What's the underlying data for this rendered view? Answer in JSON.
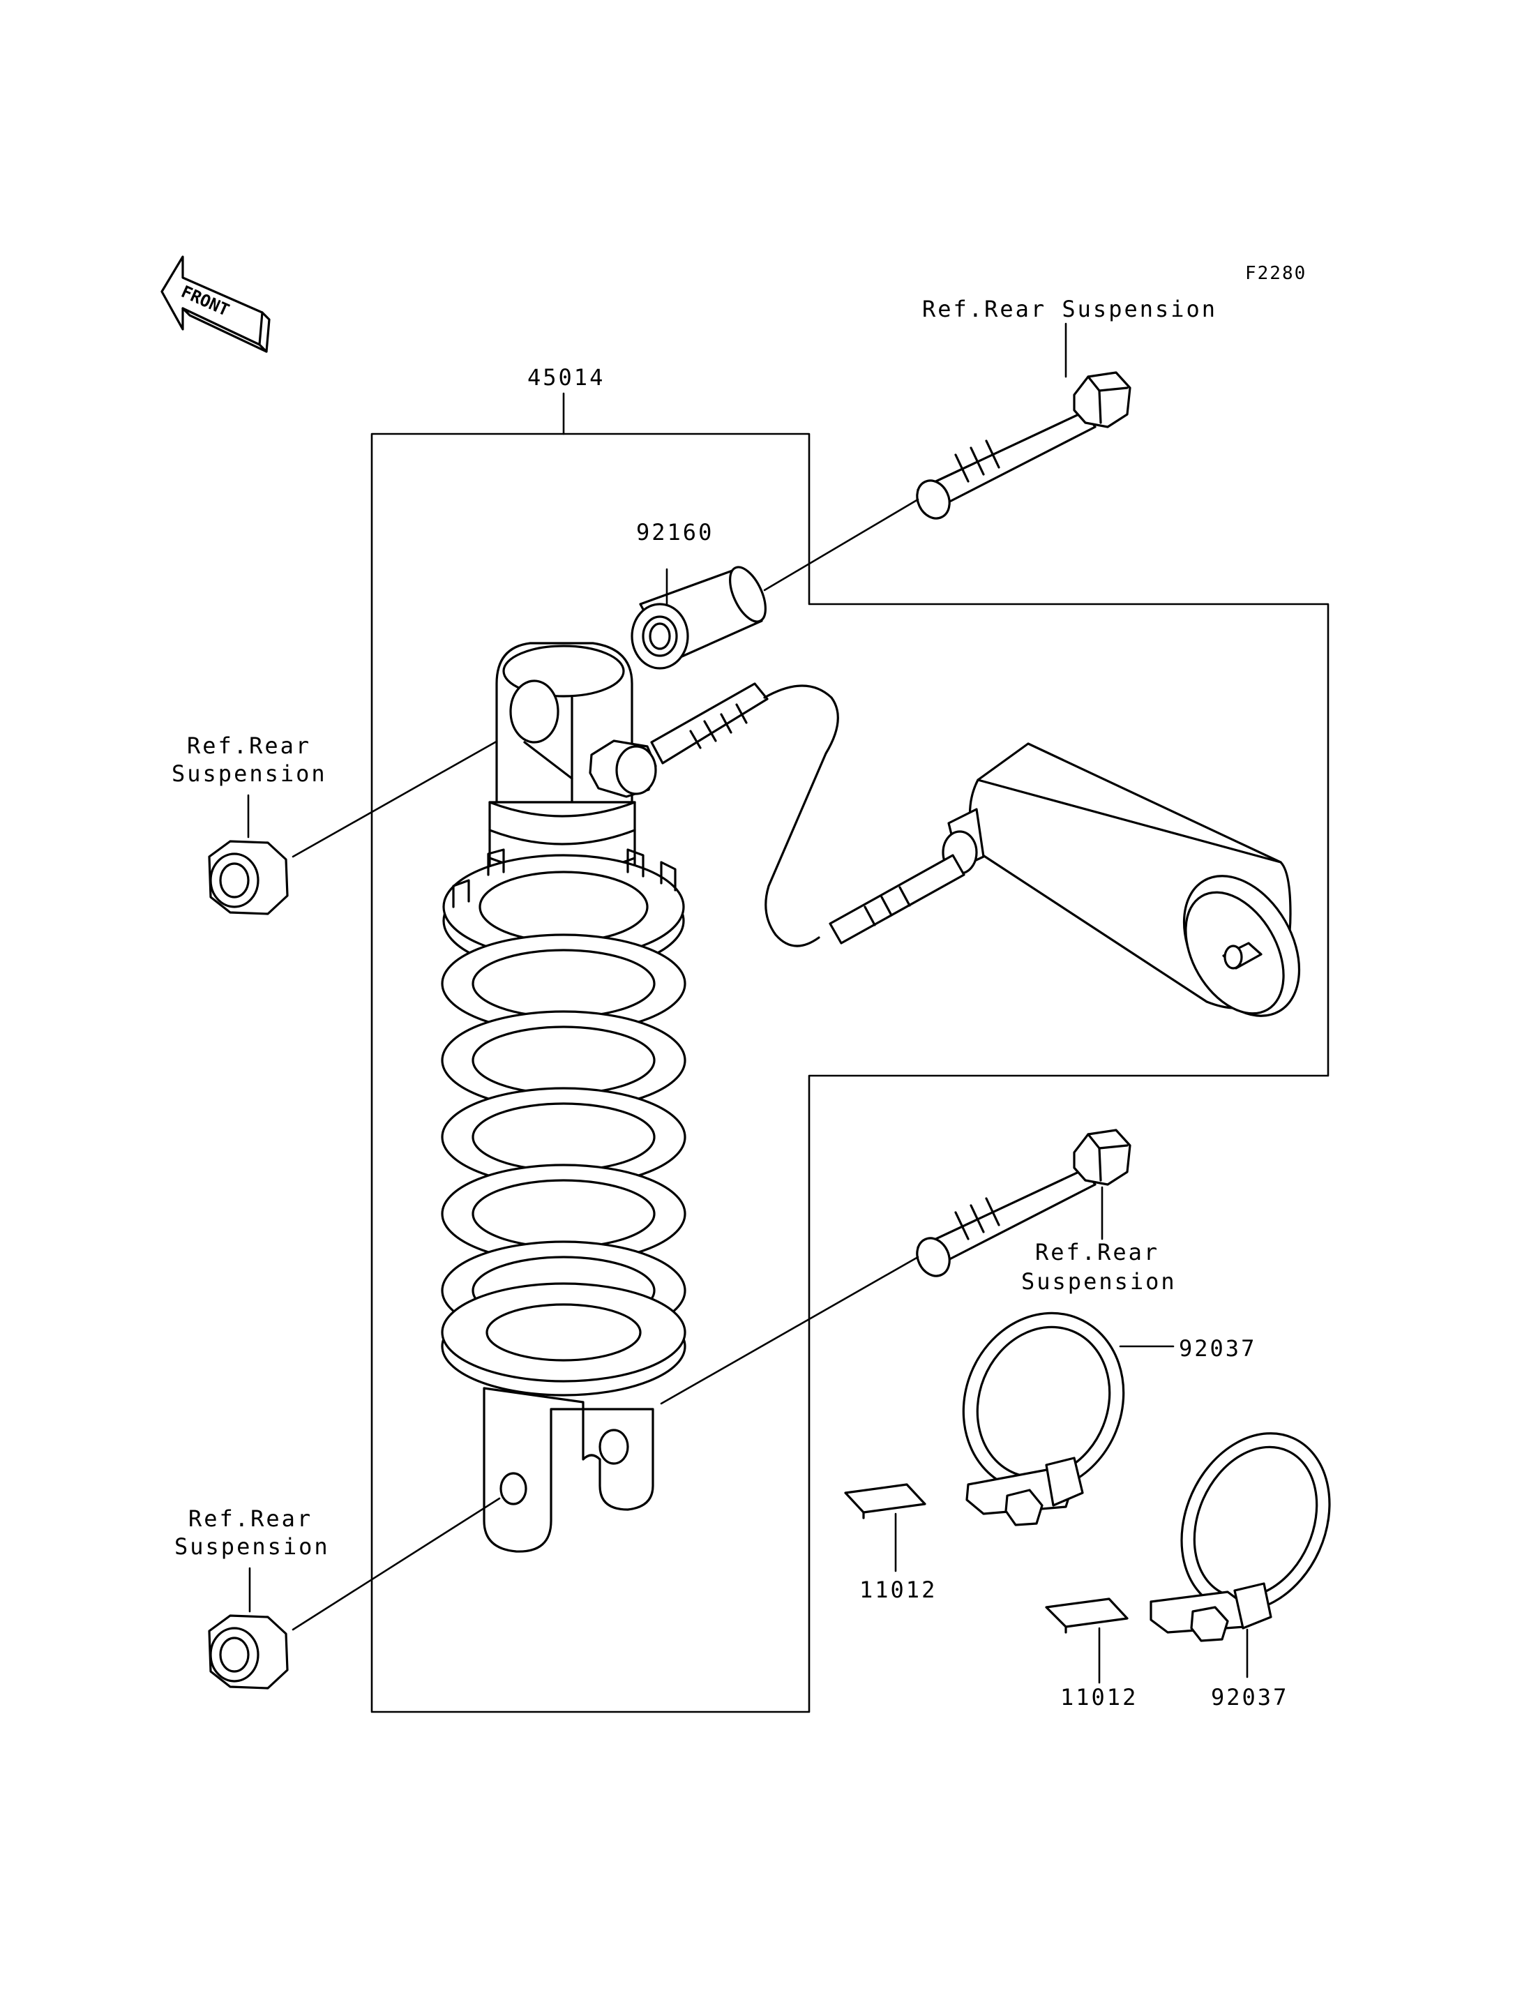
{
  "diagram": {
    "code": "F2280",
    "front_text": "FRONT",
    "labels": {
      "shock_assembly": "45014",
      "collar": "92160",
      "clamp_upper": "92037",
      "clamp_lower": "92037",
      "pad_upper": "11012",
      "pad_lower": "11012",
      "ref_top_bolt": "Ref.Rear Suspension",
      "ref_upper_nut_line1": "Ref.Rear",
      "ref_upper_nut_line2": "Suspension",
      "ref_lower_bolt_line1": "Ref.Rear",
      "ref_lower_bolt_line2": "Suspension",
      "ref_lower_nut_line1": "Ref.Rear",
      "ref_lower_nut_line2": "Suspension"
    }
  }
}
